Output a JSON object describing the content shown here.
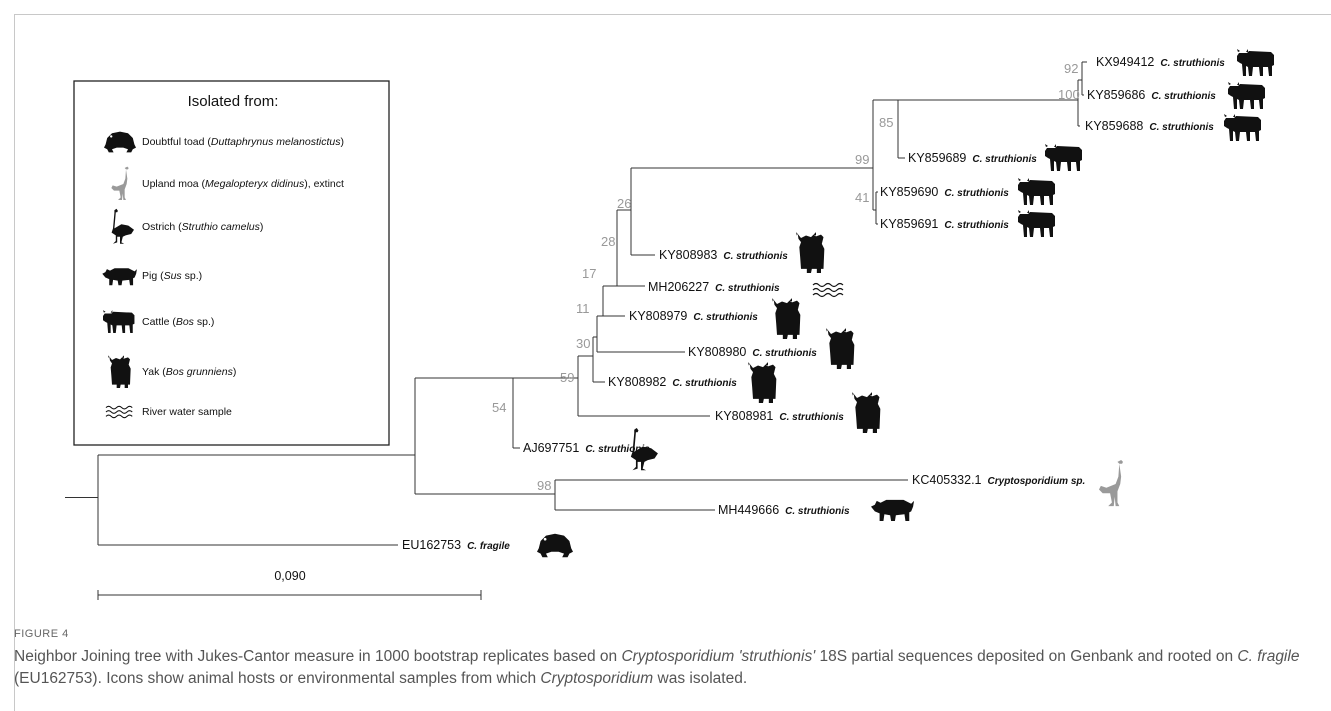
{
  "legend": {
    "title": "Isolated from:",
    "items": [
      {
        "icon": "toad-icon",
        "text_before": "Doubtful toad (",
        "italic": "Duttaphrynus melanostictus",
        "text_after": ")"
      },
      {
        "icon": "moa-icon",
        "text_before": "Upland moa (",
        "italic": "Megalopteryx didinus",
        "text_after": "), extinct"
      },
      {
        "icon": "ostrich-icon",
        "text_before": "Ostrich (",
        "italic": "Struthio camelus",
        "text_after": ")"
      },
      {
        "icon": "pig-icon",
        "text_before": "Pig (",
        "italic": "Sus",
        "text_after": " sp.)"
      },
      {
        "icon": "cattle-icon",
        "text_before": "Cattle (",
        "italic": "Bos",
        "text_after": " sp.)"
      },
      {
        "icon": "yak-icon",
        "text_before": "Yak (",
        "italic": "Bos grunniens",
        "text_after": ")"
      },
      {
        "icon": "water-icon",
        "text_before": "River water sample",
        "italic": "",
        "text_after": ""
      }
    ]
  },
  "tree": {
    "scale_label": "0,090",
    "taxa": [
      {
        "id": "KX949412",
        "species": "C. struthionis",
        "host": "cattle-icon"
      },
      {
        "id": "KY859686",
        "species": "C. struthionis",
        "host": "cattle-icon"
      },
      {
        "id": "KY859688",
        "species": "C. struthionis",
        "host": "cattle-icon"
      },
      {
        "id": "KY859689",
        "species": "C. struthionis",
        "host": "cattle-icon"
      },
      {
        "id": "KY859690",
        "species": "C. struthionis",
        "host": "cattle-icon"
      },
      {
        "id": "KY859691",
        "species": "C. struthionis",
        "host": "cattle-icon"
      },
      {
        "id": "KY808983",
        "species": "C. struthionis",
        "host": "yak-icon"
      },
      {
        "id": "MH206227",
        "species": "C. struthionis",
        "host": "water-icon"
      },
      {
        "id": "KY808979",
        "species": "C. struthionis",
        "host": "yak-icon"
      },
      {
        "id": "KY808980",
        "species": "C. struthionis",
        "host": "yak-icon"
      },
      {
        "id": "KY808982",
        "species": "C. struthionis",
        "host": "yak-icon"
      },
      {
        "id": "KY808981",
        "species": "C. struthionis",
        "host": "yak-icon"
      },
      {
        "id": "AJ697751",
        "species": "C. struthionis",
        "host": "ostrich-icon"
      },
      {
        "id": "KC405332.1",
        "species": "Cryptosporidium sp.",
        "host": "moa-icon"
      },
      {
        "id": "MH449666",
        "species": "C. struthionis",
        "host": "pig-icon"
      },
      {
        "id": "EU162753",
        "species": "C. fragile",
        "host": "toad-icon"
      }
    ],
    "bootstrap": [
      "92",
      "100",
      "85",
      "99",
      "41",
      "26",
      "28",
      "17",
      "11",
      "30",
      "59",
      "54",
      "98"
    ]
  },
  "caption": {
    "label": "FIGURE 4",
    "text_1": "Neighbor Joining tree with Jukes-Cantor measure in 1000 bootstrap replicates based on ",
    "italic_1": "Cryptosporidium 'struthionis'",
    "text_2": " 18S partial sequences deposited on Genbank and rooted on ",
    "italic_2": "C. fragile",
    "text_3": " (EU162753). Icons show animal hosts or environmental samples from which ",
    "italic_3": "Cryptosporidium",
    "text_4": " was isolated."
  }
}
